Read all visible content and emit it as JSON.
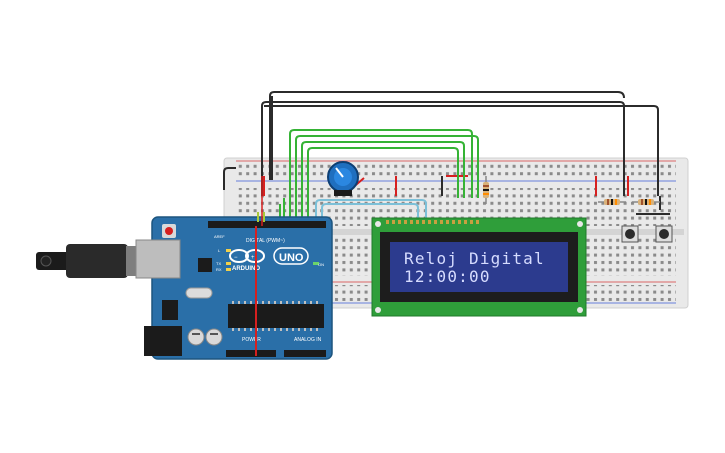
{
  "lcd": {
    "line1": "Reloj Digital",
    "line2": "12:00:00"
  },
  "arduino": {
    "brand": "ARDUINO",
    "model": "UNO",
    "digital_label": "DIGITAL (PWM~)",
    "power_label": "POWER",
    "analog_label": "ANALOG IN",
    "on_label": "ON",
    "tx_label": "TX",
    "rx_label": "RX",
    "l_label": "L",
    "aref_label": "AREF"
  },
  "colors": {
    "breadboard": "#e6e6e6",
    "arduino_board": "#2a6fa8",
    "lcd_pcb": "#2f9e3a",
    "lcd_screen": "#2c3b8e",
    "wire_black": "#2b2b2b",
    "wire_green": "#35b335",
    "wire_red": "#d62020",
    "wire_blue": "#7cc0d8",
    "potentiometer": "#1f6fbf"
  }
}
